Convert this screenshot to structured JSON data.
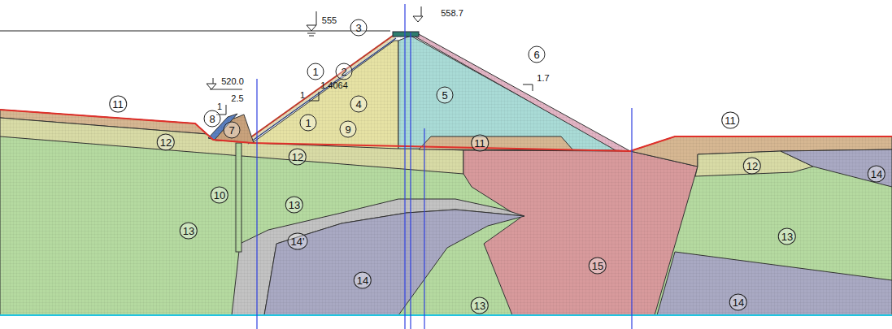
{
  "diagram": {
    "labels": [
      "555",
      "558.7",
      "3",
      "1",
      "2",
      "1.4064",
      "1",
      "4",
      "5",
      "6",
      "1.7",
      "520.0",
      "1",
      "2.5",
      "11",
      "8",
      "7",
      "1",
      "9",
      "12",
      "12",
      "11",
      "11",
      "12",
      "14",
      "10",
      "13",
      "13",
      "14'",
      "14",
      "13",
      "15",
      "13",
      "14"
    ]
  }
}
